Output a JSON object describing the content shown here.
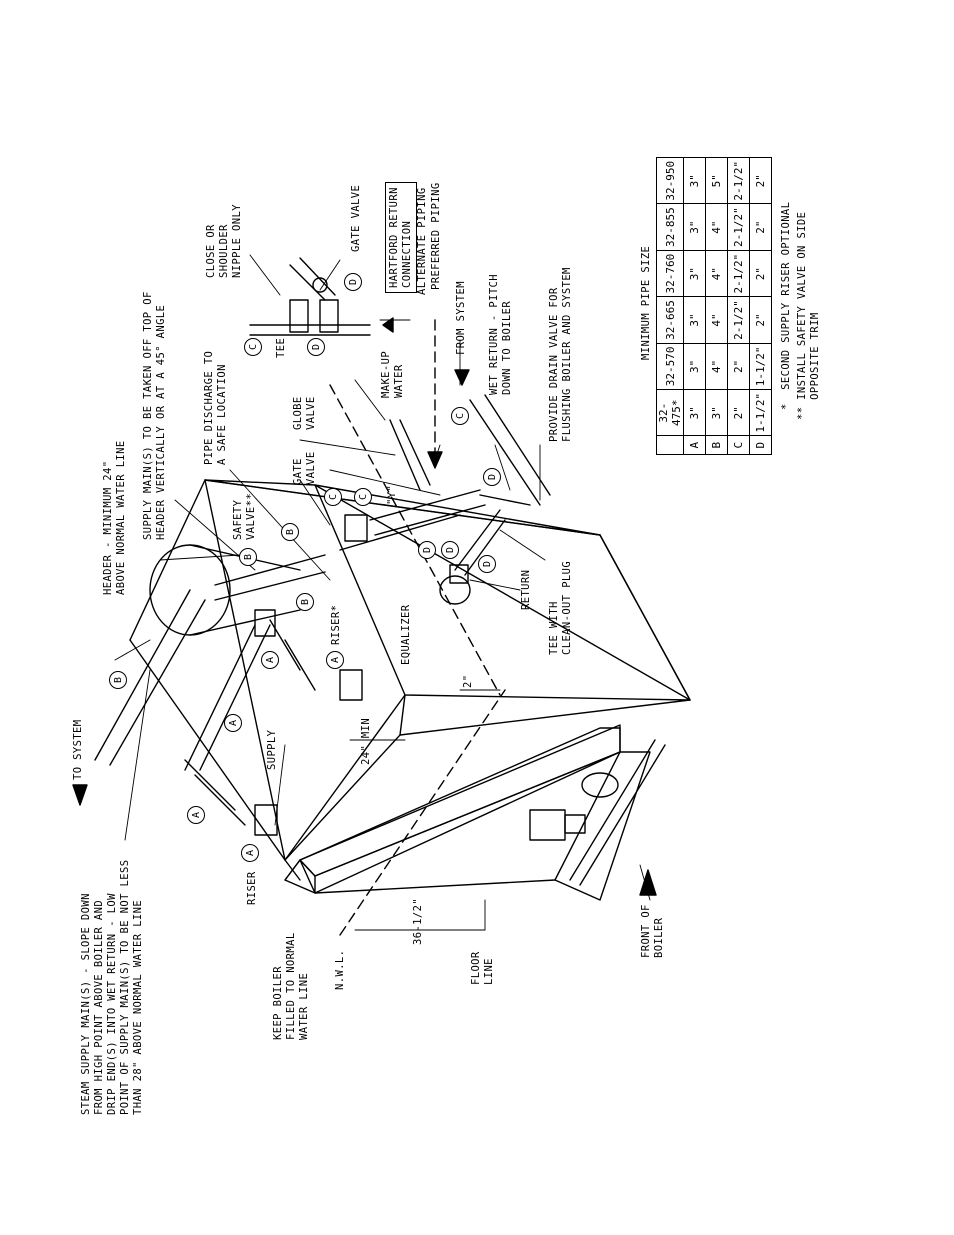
{
  "labels": {
    "to_system": "TO SYSTEM",
    "steam_supply_note": "STEAM SUPPLY MAIN(S) - SLOPE DOWN\nFROM HIGH POINT ABOVE BOILER AND\nDRIP END(S) INTO WET RETURN - LOW\nPOINT OF SUPPLY MAIN(S) TO BE NOT LESS\nTHAN 28\" ABOVE NORMAL WATER LINE",
    "riser": "RISER",
    "keep_boiler": "KEEP BOILER\nFILLED TO NORMAL\nWATER LINE",
    "nwl": "N.W.L.",
    "dim_36": "36-1/2\"",
    "floor_line": "FLOOR\nLINE",
    "supply": "SUPPLY",
    "dim_24": "24\" MIN",
    "riser_star": "RISER*",
    "header_note": "HEADER - MINIMUM 24\"\nABOVE NORMAL WATER LINE",
    "supply_mains_note": "SUPPLY MAIN(S) TO BE TAKEN OFF TOP OF\nHEADER VERTICALLY OR AT A 45° ANGLE",
    "safety_valve": "SAFETY\nVALVE**",
    "pipe_discharge": "PIPE DISCHARGE TO\nA SAFE LOCATION",
    "equalizer": "EQUALIZER",
    "dim_2": "2\"",
    "gate_valve_1": "GATE\nVALVE",
    "globe_valve": "GLOBE\nVALVE",
    "y_label": "\"Y\"",
    "make_up_water": "MAKE-UP\nWATER",
    "tee": "TEE",
    "close_nipple": "CLOSE OR\nSHOULDER\nNIPPLE ONLY",
    "gate_valve_2": "GATE VALVE",
    "hartford": "HARTFORD RETURN\nCONNECTION",
    "alternate_piping": "ALTERNATE PIPING",
    "preferred_piping": "PREFERRED PIPING",
    "from_system": "FROM SYSTEM",
    "wet_return": "WET RETURN - PITCH\nDOWN TO BOILER",
    "drain_valve": "PROVIDE DRAIN VALVE FOR\nFLUSHING BOILER AND SYSTEM",
    "return": "RETURN",
    "tee_cleanout": "TEE WITH\nCLEAN-OUT PLUG",
    "front_of_boiler": "FRONT OF\nBOILER"
  },
  "callouts": [
    "B",
    "A",
    "A",
    "A",
    "A",
    "B",
    "B",
    "B",
    "A",
    "C",
    "D",
    "C",
    "D",
    "C",
    "C",
    "D",
    "D",
    "D",
    "D"
  ],
  "table": {
    "title": "MINIMUM PIPE SIZE",
    "headers": [
      "32-475*",
      "32-570",
      "32-665",
      "32-760",
      "32-855",
      "32-950"
    ],
    "rows": [
      {
        "key": "A",
        "values": [
          "3\"",
          "3\"",
          "3\"",
          "3\"",
          "3\"",
          "3\""
        ]
      },
      {
        "key": "B",
        "values": [
          "3\"",
          "4\"",
          "4\"",
          "4\"",
          "4\"",
          "5\""
        ]
      },
      {
        "key": "C",
        "values": [
          "2\"",
          "2\"",
          "2-1/2\"",
          "2-1/2\"",
          "2-1/2\"",
          "2-1/2\""
        ]
      },
      {
        "key": "D",
        "values": [
          "1-1/2\"",
          "1-1/2\"",
          "2\"",
          "2\"",
          "2\"",
          "2\""
        ]
      }
    ],
    "notes": [
      "*  SECOND SUPPLY RISER OPTIONAL",
      "** INSTALL SAFETY VALVE ON SIDE\n   OPPOSITE TRIM"
    ]
  },
  "colors": {
    "ink": "#000000",
    "paper": "#ffffff"
  }
}
